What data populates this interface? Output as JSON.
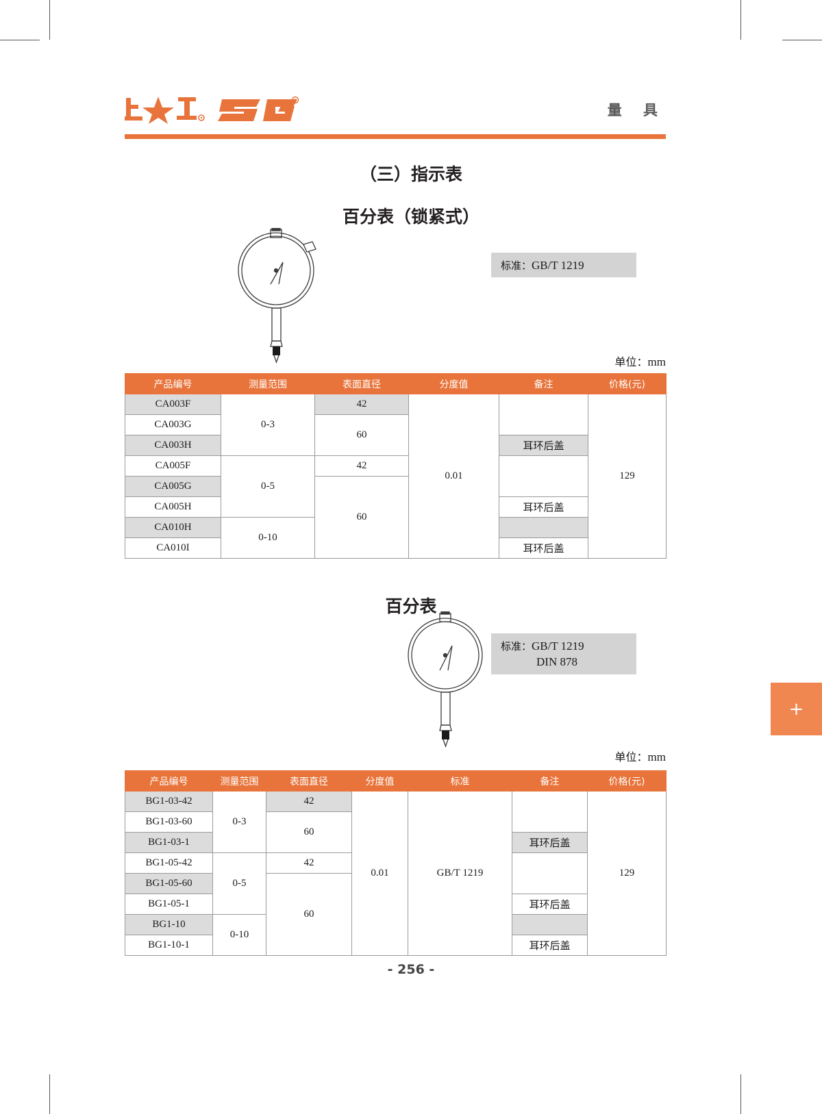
{
  "header": {
    "logo_cn_text": "上☆工",
    "logo_mark": "S.G",
    "title": "量 具"
  },
  "titles": {
    "main": "（三）指示表",
    "sub1": "百分表（锁紧式）",
    "sub2": "百分表"
  },
  "standard_boxes": {
    "box1": {
      "label": "标准：",
      "value": "GB/T 1219"
    },
    "box2": {
      "label": "标准：",
      "value": "GB/T 1219",
      "value2": "DIN 878"
    }
  },
  "unit_note": {
    "label": "单位：",
    "value": "mm"
  },
  "table1": {
    "columns": [
      "产品编号",
      "测量范围",
      "表面直径",
      "分度值",
      "备注",
      "价格(元)"
    ],
    "rows": [
      {
        "code": "CA003F",
        "range": "0-3",
        "dia": "42",
        "grad": "0.01",
        "note": "",
        "price": "129"
      },
      {
        "code": "CA003G",
        "range": "",
        "dia": "60",
        "grad": "",
        "note": "",
        "price": ""
      },
      {
        "code": "CA003H",
        "range": "",
        "dia": "",
        "grad": "",
        "note": "耳环后盖",
        "price": ""
      },
      {
        "code": "CA005F",
        "range": "0-5",
        "dia": "42",
        "grad": "",
        "note": "",
        "price": ""
      },
      {
        "code": "CA005G",
        "range": "",
        "dia": "60",
        "grad": "",
        "note": "",
        "price": ""
      },
      {
        "code": "CA005H",
        "range": "",
        "dia": "",
        "grad": "",
        "note": "耳环后盖",
        "price": ""
      },
      {
        "code": "CA010H",
        "range": "0-10",
        "dia": "",
        "grad": "",
        "note": "",
        "price": ""
      },
      {
        "code": "CA010I",
        "range": "",
        "dia": "",
        "grad": "",
        "note": "耳环后盖",
        "price": ""
      }
    ],
    "merged": {
      "grad": "0.01",
      "price": "129"
    }
  },
  "table2": {
    "columns": [
      "产品编号",
      "测量范围",
      "表面直径",
      "分度值",
      "标准",
      "备注",
      "价格(元)"
    ],
    "rows": [
      {
        "code": "BG1-03-42",
        "range": "0-3",
        "dia": "42",
        "grad": "0.01",
        "std": "GB/T 1219",
        "note": "",
        "price": "129"
      },
      {
        "code": "BG1-03-60",
        "range": "",
        "dia": "60",
        "grad": "",
        "std": "",
        "note": "",
        "price": ""
      },
      {
        "code": "BG1-03-1",
        "range": "",
        "dia": "",
        "grad": "",
        "std": "",
        "note": "耳环后盖",
        "price": ""
      },
      {
        "code": "BG1-05-42",
        "range": "0-5",
        "dia": "42",
        "grad": "",
        "std": "",
        "note": "",
        "price": ""
      },
      {
        "code": "BG1-05-60",
        "range": "",
        "dia": "60",
        "grad": "",
        "std": "",
        "note": "",
        "price": ""
      },
      {
        "code": "BG1-05-1",
        "range": "",
        "dia": "",
        "grad": "",
        "std": "",
        "note": "耳环后盖",
        "price": ""
      },
      {
        "code": "BG1-10",
        "range": "0-10",
        "dia": "",
        "grad": "",
        "std": "",
        "note": "",
        "price": ""
      },
      {
        "code": "BG1-10-1",
        "range": "",
        "dia": "",
        "grad": "",
        "std": "",
        "note": "耳环后盖",
        "price": ""
      }
    ],
    "merged": {
      "grad": "0.01",
      "std": "GB/T 1219",
      "price": "129"
    }
  },
  "page_number": "- 256 -",
  "side_tab": {
    "glyph": "+"
  },
  "colors": {
    "accent": "#e8743b",
    "shade": "#dcdcdc",
    "tab": "#f08650"
  }
}
